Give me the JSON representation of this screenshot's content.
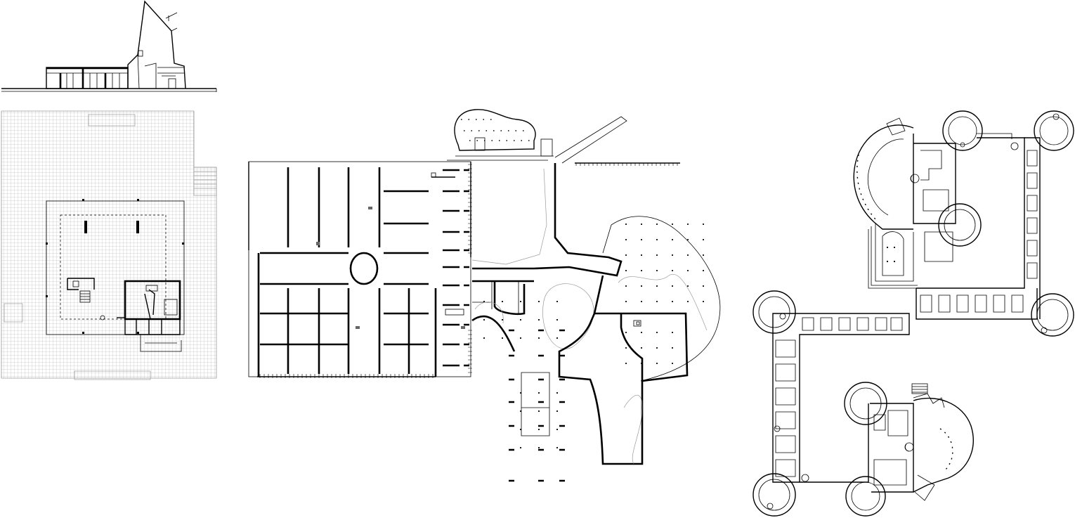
{
  "sheet": {
    "background": "#ffffff",
    "line_color": "#000000",
    "grid_color": "#9a9a9a"
  },
  "drawings": [
    {
      "id": "elevation",
      "kind": "building-elevation"
    },
    {
      "id": "pavilion-plan",
      "kind": "floor-plan-on-grid"
    },
    {
      "id": "campus-plan",
      "kind": "site-floor-plan"
    },
    {
      "id": "castle-plan",
      "kind": "fortified-building-plan"
    }
  ]
}
